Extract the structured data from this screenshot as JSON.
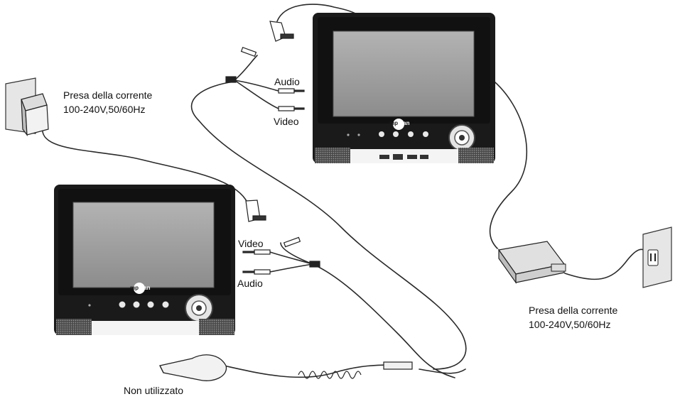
{
  "labels": {
    "power_outlet_left": "Presa della corrente",
    "power_rating_left": "100-240V,50/60Hz",
    "power_outlet_right": "Presa della corrente",
    "power_rating_right": "100-240V,50/60Hz",
    "audio_top": "Audio",
    "video_top": "Video",
    "video_bottom": "Video",
    "audio_bottom": "Audio",
    "not_used": "Non utilizzato"
  },
  "device": {
    "brand_prefix": "mp",
    "brand_suffix": "man"
  },
  "colors": {
    "device_body": "#1a1a1a",
    "screen": "#9a9a9a",
    "speaker": "#6f6f6f",
    "cable": "#333333",
    "adapter": "#cfcfcf",
    "wall_plate": "#e6e6e6"
  }
}
